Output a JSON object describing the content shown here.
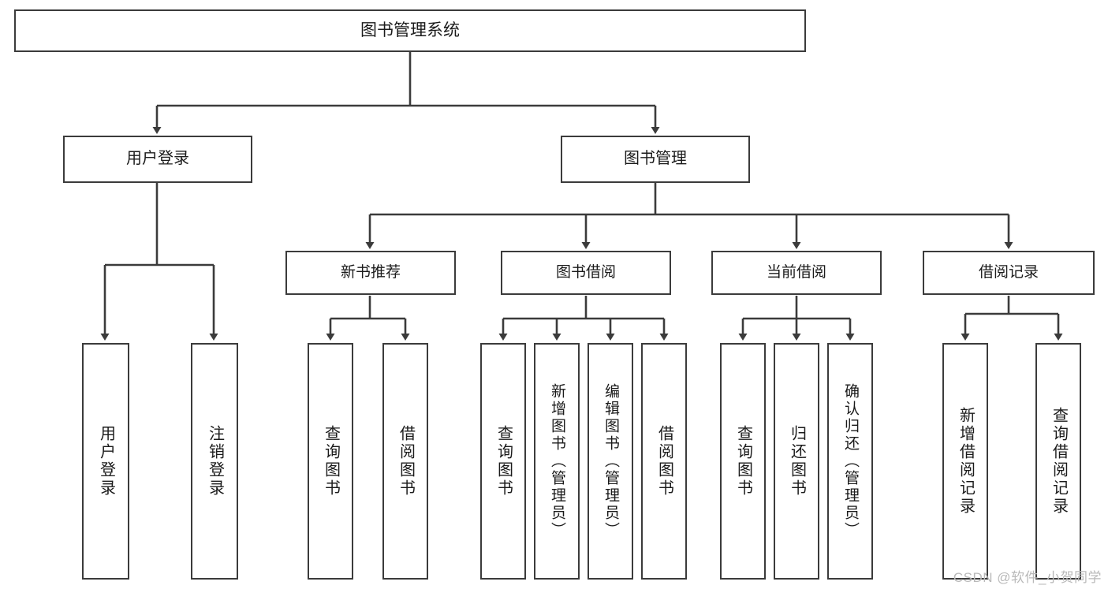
{
  "diagram": {
    "title": "图书管理系统",
    "watermark": "CSDN @软件_小贺同学",
    "line_color": "#3b3b3b",
    "box_fill": "#ffffff",
    "text_color": "#1b1b1b",
    "watermark_color": "#b9b9b9",
    "root": {
      "label": "图书管理系统"
    },
    "level1": [
      {
        "label": "用户登录"
      },
      {
        "label": "图书管理"
      }
    ],
    "level2": [
      {
        "label": "新书推荐"
      },
      {
        "label": "图书借阅"
      },
      {
        "label": "当前借阅"
      },
      {
        "label": "借阅记录"
      }
    ],
    "leaves": {
      "user_login": [
        {
          "label": "用户登录"
        },
        {
          "label": "注销登录"
        }
      ],
      "new_book": [
        {
          "label": "查询图书"
        },
        {
          "label": "借阅图书"
        }
      ],
      "borrow_book": [
        {
          "label": "查询图书"
        },
        {
          "label": "新增图书（管理员）"
        },
        {
          "label": "编辑图书（管理员）"
        },
        {
          "label": "借阅图书"
        }
      ],
      "current_borrow": [
        {
          "label": "查询图书"
        },
        {
          "label": "归还图书"
        },
        {
          "label": "确认归还（管理员）"
        }
      ],
      "borrow_record": [
        {
          "label": "新增借阅记录"
        },
        {
          "label": "查询借阅记录"
        }
      ]
    }
  }
}
